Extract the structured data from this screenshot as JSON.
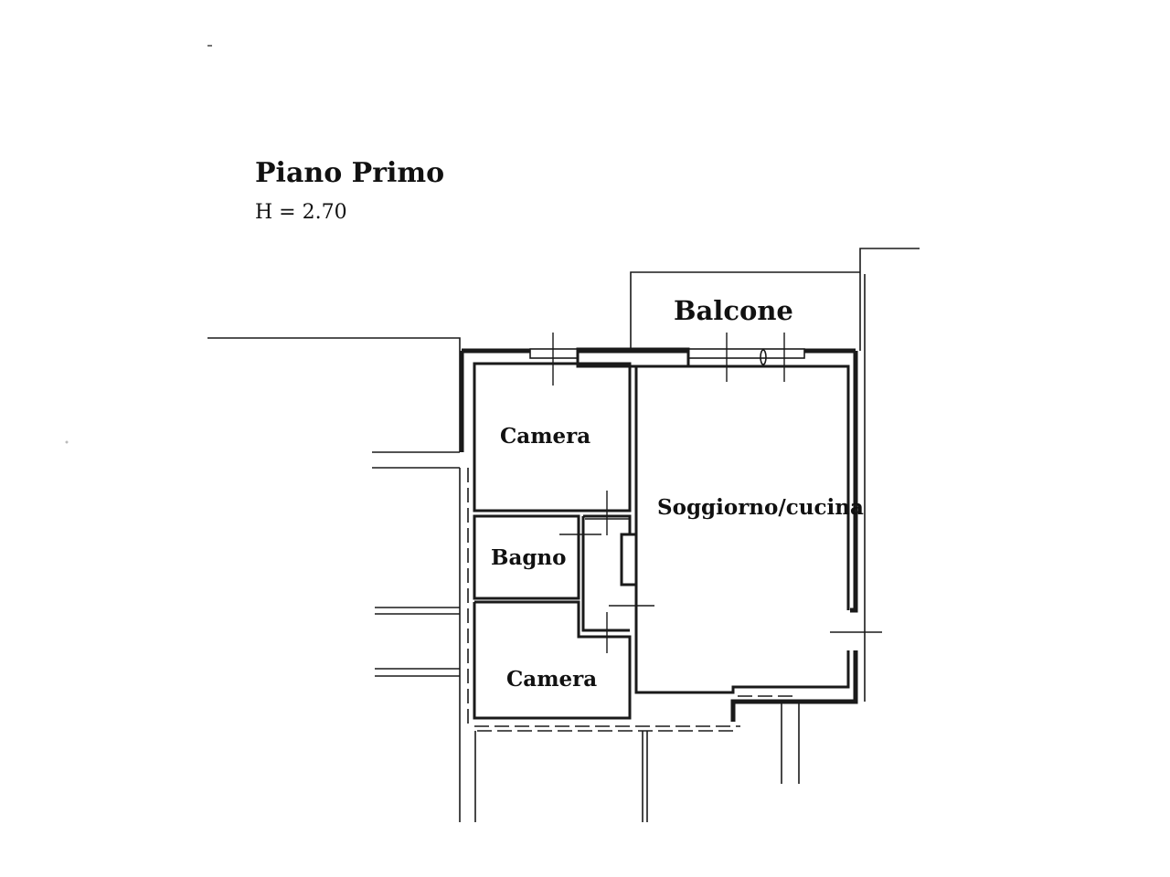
{
  "plan": {
    "title": "Piano Primo",
    "height_label": "H = 2.70"
  },
  "rooms": {
    "balcone": "Balcone",
    "camera_top": "Camera",
    "soggiorno": "Soggiorno/cucina",
    "bagno": "Bagno",
    "camera_bottom": "Camera"
  }
}
